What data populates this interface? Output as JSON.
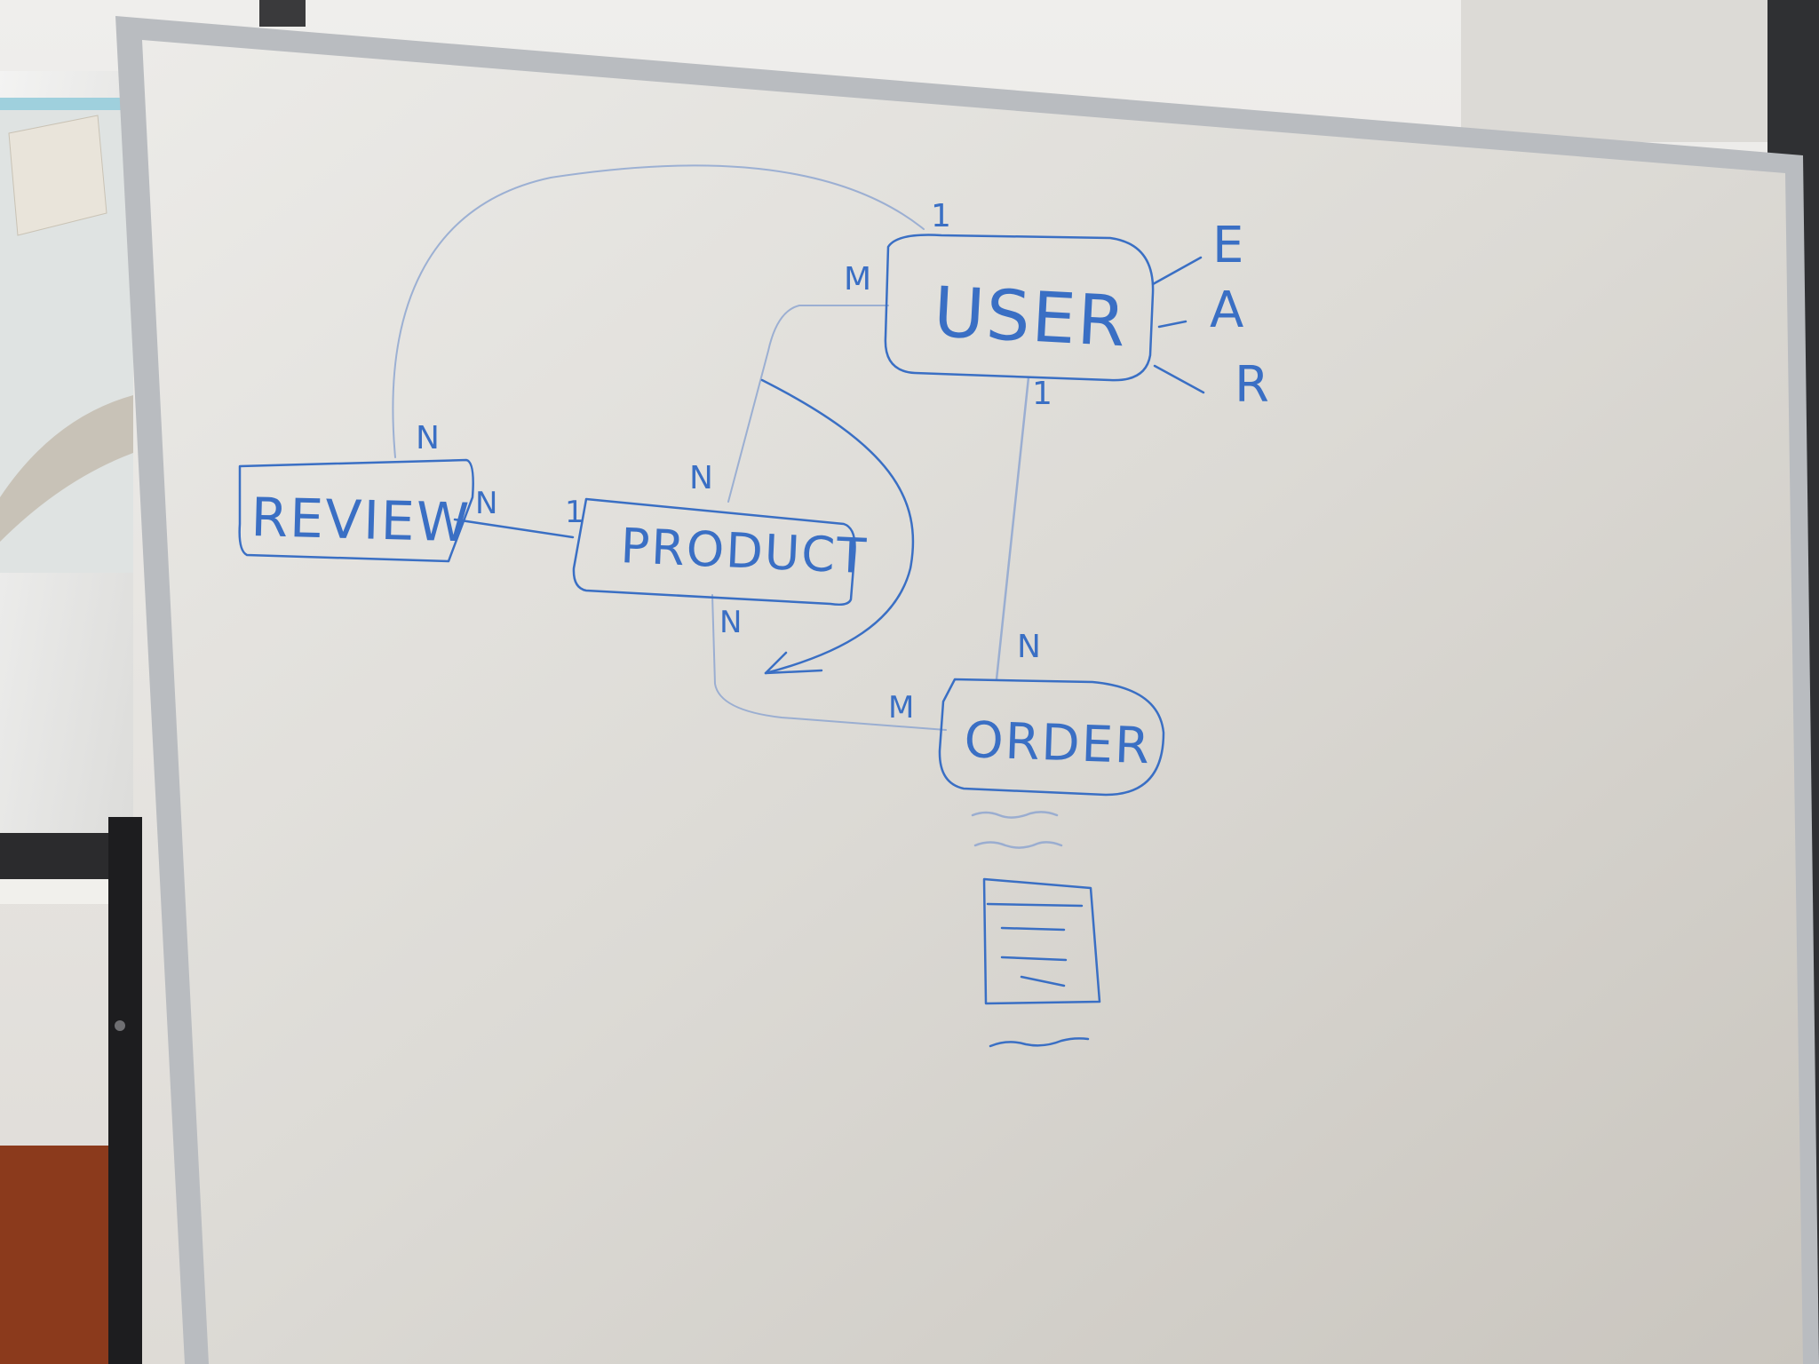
{
  "entities": {
    "user": "USER",
    "product": "PRODUCT",
    "review": "REVIEW",
    "order": "ORDER"
  },
  "user_attributes": [
    "E",
    "A",
    "R"
  ],
  "cardinalities": {
    "user_to_review_user_side": "1",
    "user_to_review_review_side": "N",
    "user_to_product_user_side": "M",
    "user_to_product_product_side": "N",
    "user_to_order_user_side": "1",
    "user_to_order_order_side": "N",
    "review_to_product_review_side": "N",
    "review_to_product_product_side": "1",
    "product_to_order_product_side": "N",
    "product_to_order_order_side": "M"
  },
  "colors": {
    "ink": "#3a6fc4",
    "board": "#e3e1dc",
    "frame": "#b9bcc0",
    "wall": "#e9e8e5",
    "floor_trim": "#8b3a1c"
  }
}
